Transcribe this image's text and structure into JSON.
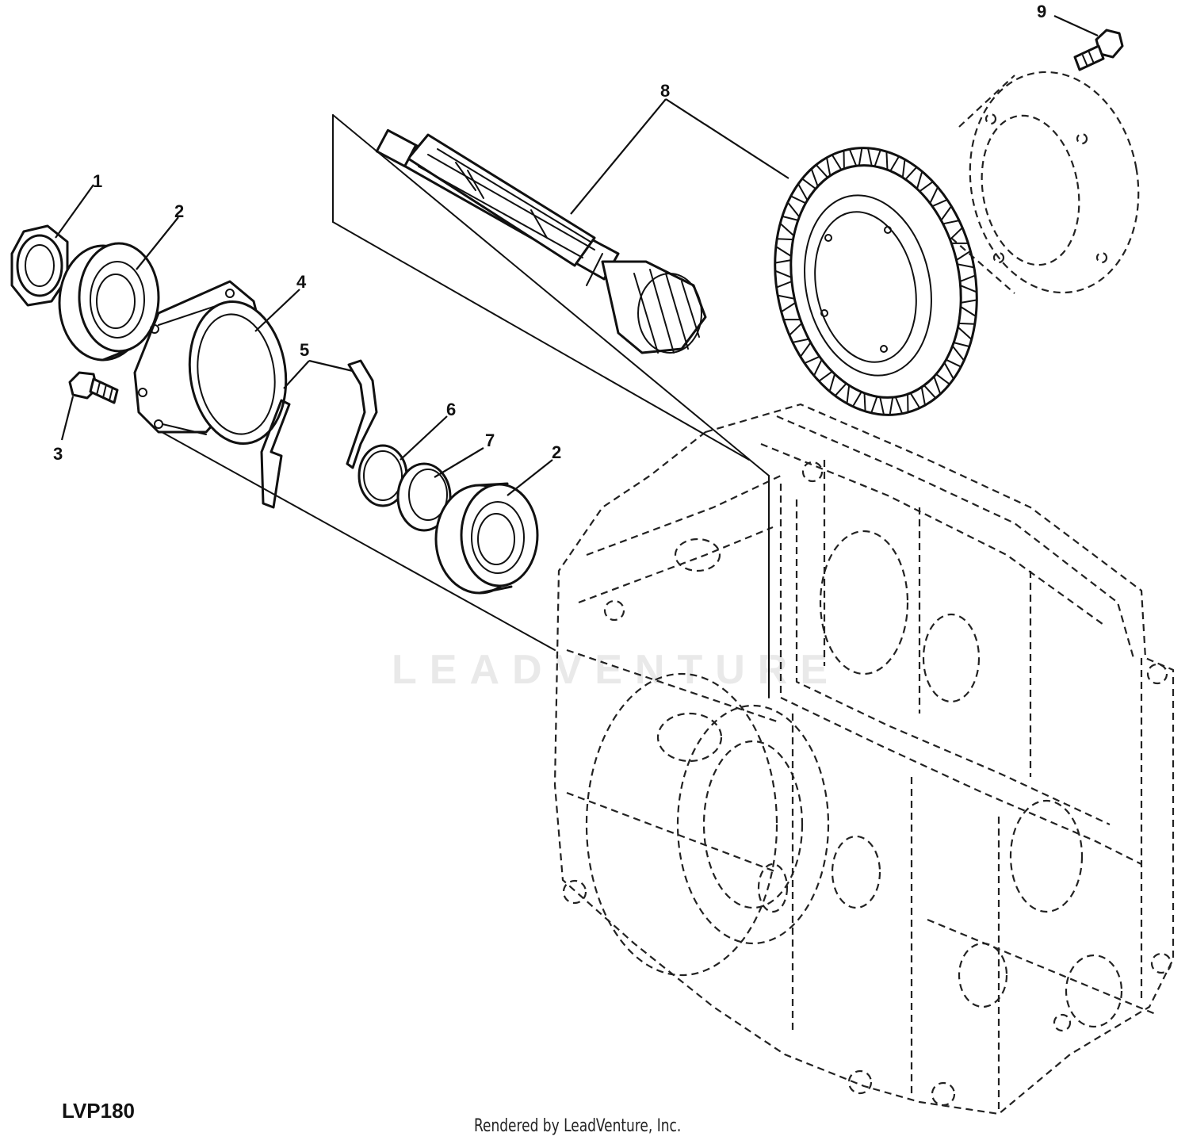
{
  "diagram": {
    "figure_id": "LVP180",
    "credit": "Rendered by LeadVenture, Inc.",
    "watermark": "LEADVENTURE",
    "callouts": [
      "1",
      "2",
      "3",
      "4",
      "5",
      "6",
      "7",
      "2",
      "8",
      "9"
    ]
  }
}
